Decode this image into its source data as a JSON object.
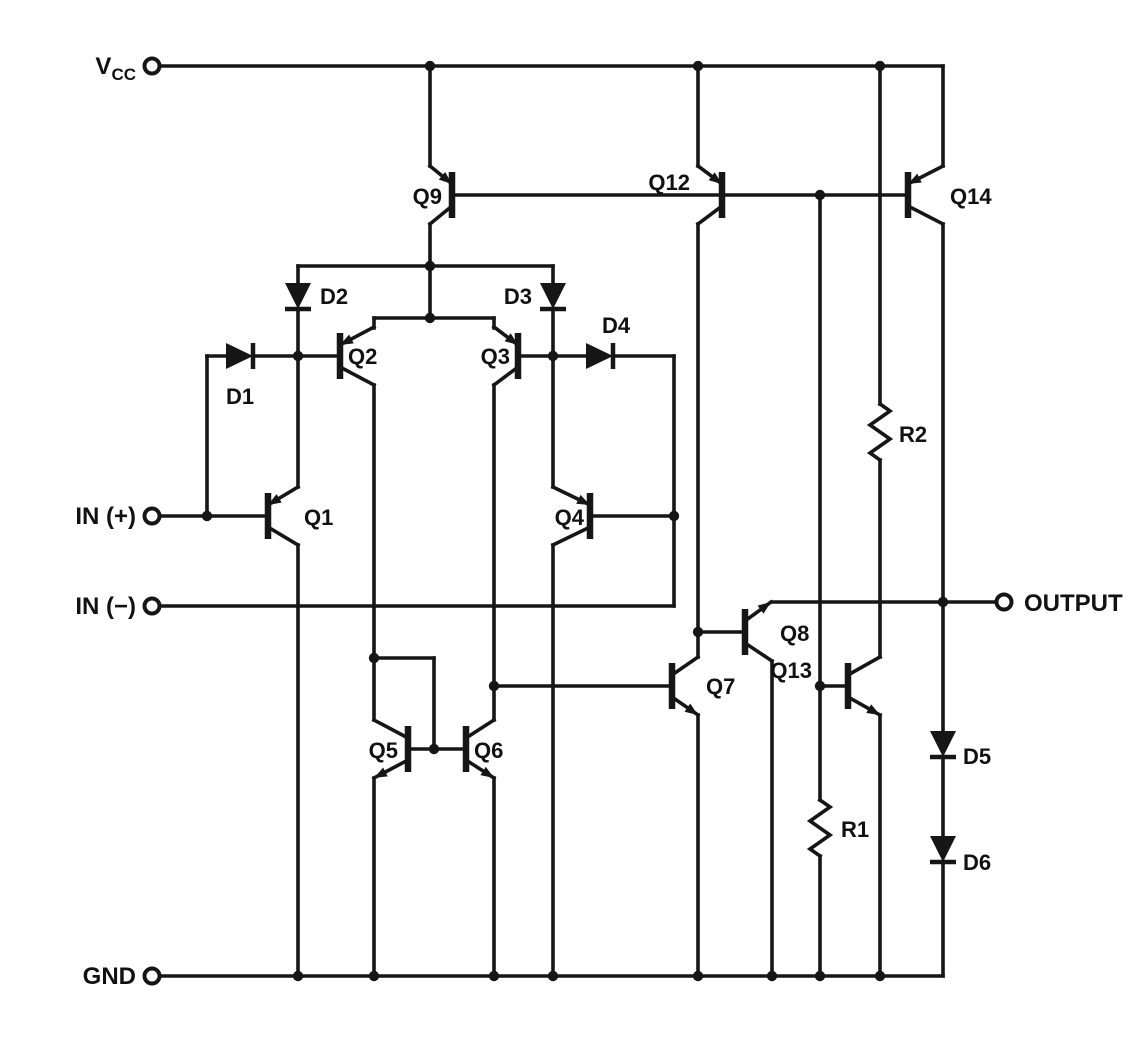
{
  "terminals": {
    "vcc": {
      "main": "V",
      "sub": "CC"
    },
    "in_plus": "IN (+)",
    "in_minus": "IN (−)",
    "gnd": "GND",
    "output": "OUTPUT"
  },
  "components": {
    "q1": "Q1",
    "q2": "Q2",
    "q3": "Q3",
    "q4": "Q4",
    "q5": "Q5",
    "q6": "Q6",
    "q7": "Q7",
    "q8": "Q8",
    "q9": "Q9",
    "q12": "Q12",
    "q13": "Q13",
    "q14": "Q14",
    "d1": "D1",
    "d2": "D2",
    "d3": "D3",
    "d4": "D4",
    "d5": "D5",
    "d6": "D6",
    "r1": "R1",
    "r2": "R2"
  },
  "colors": {
    "ink": "#161616",
    "background": "#ffffff"
  }
}
